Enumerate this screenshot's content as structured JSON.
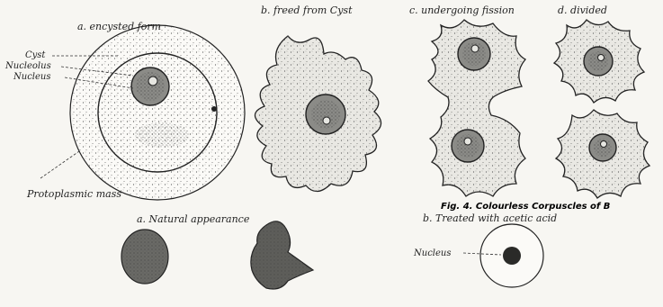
{
  "labels": {
    "encysted": "a. encysted form",
    "freed": "b. freed from Cyst",
    "fission": "c. undergoing fission",
    "divided": "d. divided",
    "cyst": "Cyst",
    "nucleolus": "Nucleolus",
    "nucleus": "Nucleus",
    "protoplasmic_mass": "Protoplasmic mass",
    "natural_appearance": "a. Natural appearance",
    "fig_caption": "Fig. 4. Colourless Corpuscles of B",
    "acetic_acid": "b. Treated with acetic acid",
    "nucleus_b": "Nucleus"
  },
  "colors": {
    "ink": "#222222",
    "paper": "#f7f6f2",
    "stipple": "#555555",
    "nucleus_fill": "#8b8b87"
  }
}
